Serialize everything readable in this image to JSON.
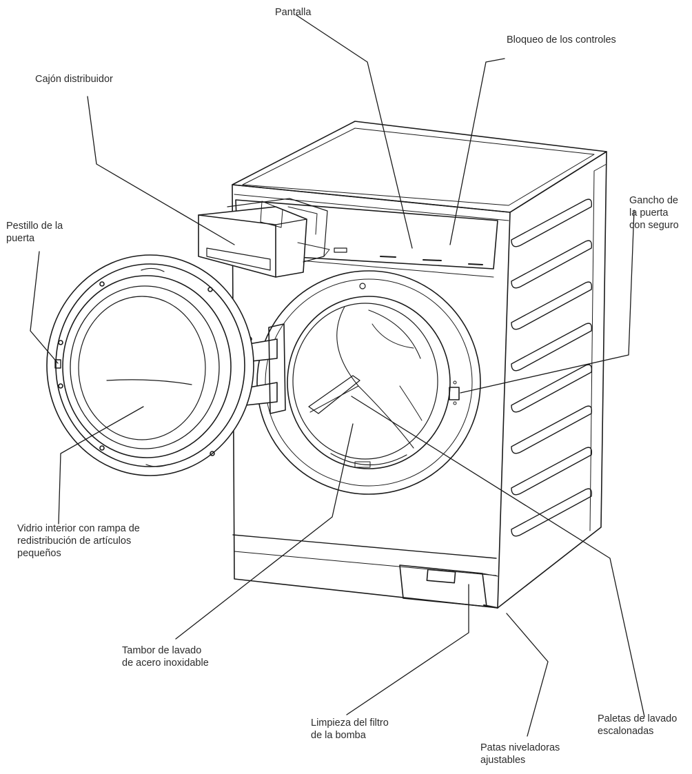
{
  "labels": {
    "pantalla": [
      "Pantalla"
    ],
    "bloqueo": [
      "Bloqueo de los controles"
    ],
    "cajon": [
      "Cajón distribuidor"
    ],
    "pestillo": [
      "Pestillo de la",
      "puerta"
    ],
    "gancho": [
      "Gancho de",
      "la puerta",
      "con seguro"
    ],
    "vidrio": [
      "Vidrio interior con rampa de",
      "redistribución de artículos",
      "pequeños"
    ],
    "tambor": [
      "Tambor de lavado",
      "de acero inoxidable"
    ],
    "limpieza": [
      "Limpieza del filtro",
      "de la bomba"
    ],
    "paletas": [
      "Paletas de lavado",
      "escalonadas"
    ],
    "patas": [
      "Patas niveladoras",
      "ajustables"
    ]
  },
  "colors": {
    "stroke": "#1a1a1a",
    "text": "#2b2b2b",
    "background": "#ffffff"
  }
}
